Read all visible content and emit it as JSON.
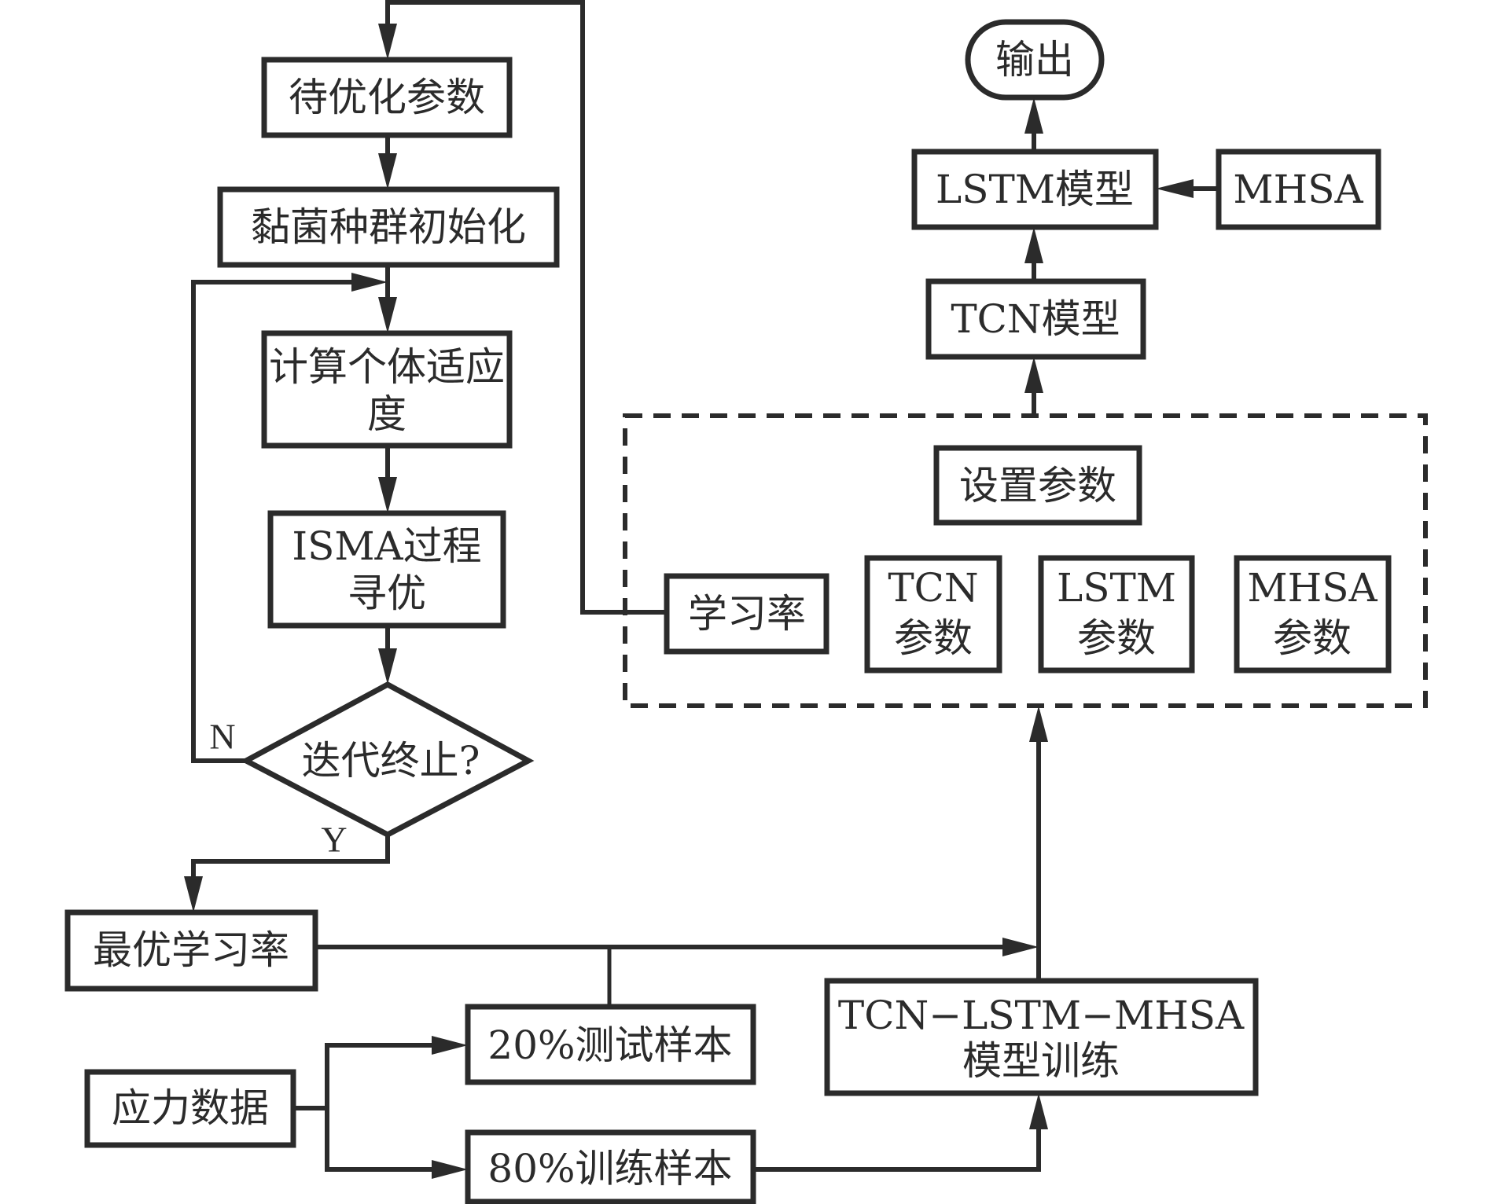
{
  "diagram": {
    "title": "ISMA optimized TCN-LSTM-MHSA flowchart",
    "nodes": {
      "params_to_optimize": "待优化参数",
      "slime_mould_init": "黏菌种群初始化",
      "fitness_line1": "计算个体适应",
      "fitness_line2": "度",
      "isma_line1": "ISMA过程",
      "isma_line2": "寻优",
      "iteration_end": "迭代终止?",
      "no_label": "N",
      "yes_label": "Y",
      "optimal_lr": "最优学习率",
      "stress_data": "应力数据",
      "test_samples": "20%测试样本",
      "train_samples": "80%训练样本",
      "training_line1": "TCN−LSTM−MHSA",
      "training_line2": "模型训练",
      "set_params": "设置参数",
      "learning_rate": "学习率",
      "tcn_params_line1": "TCN",
      "tcn_params_line2": "参数",
      "lstm_params_line1": "LSTM",
      "lstm_params_line2": "参数",
      "mhsa_params_line1": "MHSA",
      "mhsa_params_line2": "参数",
      "tcn_model": "TCN模型",
      "lstm_model": "LSTM模型",
      "mhsa": "MHSA",
      "output": "输出"
    }
  }
}
